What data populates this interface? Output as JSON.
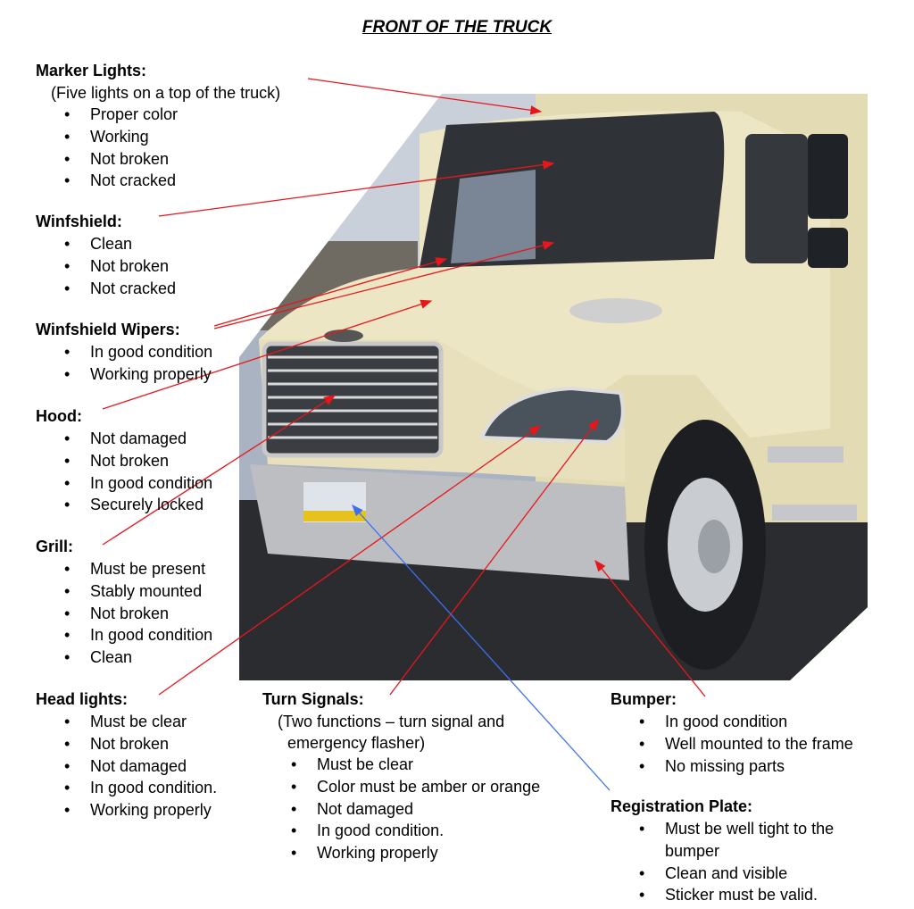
{
  "title": "FRONT OF THE TRUCK",
  "sections": {
    "marker": {
      "heading": "Marker Lights:",
      "note": "(Five lights on a top of the truck)",
      "items": [
        "Proper color",
        "Working",
        "Not broken",
        "Not cracked"
      ]
    },
    "windshield": {
      "heading": "Winfshield:",
      "items": [
        "Clean",
        "Not broken",
        "Not cracked"
      ]
    },
    "wipers": {
      "heading": "Winfshield Wipers:",
      "items": [
        "In good condition",
        "Working properly"
      ]
    },
    "hood": {
      "heading": "Hood:",
      "items": [
        "Not damaged",
        "Not broken",
        "In good condition",
        "Securely locked"
      ]
    },
    "grill": {
      "heading": "Grill:",
      "items": [
        "Must be present",
        "Stably mounted",
        "Not broken",
        "In good condition",
        "Clean"
      ]
    },
    "headlights": {
      "heading": "Head lights:",
      "items": [
        "Must be clear",
        "Not broken",
        "Not damaged",
        "In good condition.",
        "Working properly"
      ]
    },
    "turn": {
      "heading": "Turn Signals:",
      "note1": "(Two functions – turn signal and",
      "note2": "emergency flasher)",
      "items": [
        "Must be clear",
        "Color must be amber or orange",
        "Not damaged",
        "In good condition.",
        "Working properly"
      ]
    },
    "bumper": {
      "heading": "Bumper:",
      "items": [
        "In good condition",
        "Well mounted to the frame",
        "No missing parts"
      ]
    },
    "plate": {
      "heading": "Registration Plate:",
      "items": [
        "Must be well tight to the",
        "bumper",
        "Clean and visible",
        "Sticker must be valid."
      ]
    }
  },
  "colors": {
    "arrow_red": "#e8161b",
    "arrow_blue": "#3d6ff0",
    "truck_body": "#ede6c4"
  }
}
